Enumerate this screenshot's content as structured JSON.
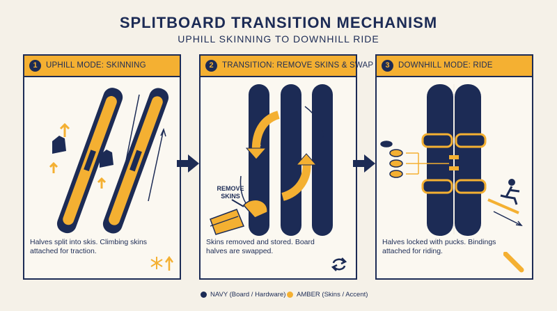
{
  "header": {
    "title": "SPLITBOARD TRANSITION MECHANISM",
    "subtitle": "UPHILL SKINNING TO DOWNHILL RIDE"
  },
  "colors": {
    "navy": "#1c2b55",
    "amber": "#f4b032",
    "background": "#f5f1e8"
  },
  "panels": [
    {
      "number": "1",
      "title": "UPHILL MODE: SKINNING",
      "description": "Halves split into skis. Climbing skins attached for traction.",
      "icons": [
        "snowflake-icon",
        "up-arrow-icon"
      ]
    },
    {
      "number": "2",
      "title": "TRANSITION: REMOVE SKINS & SWAP",
      "callout": "REMOVE SKINS",
      "description": "Skins removed and stored. Board halves are swapped.",
      "icons": [
        "swap-cycle-icon"
      ]
    },
    {
      "number": "3",
      "title": "DOWNHILL MODE: RIDE",
      "description": "Halves locked with pucks. Bindings attached for riding.",
      "icons": [
        "snowboard-icon"
      ]
    }
  ],
  "legend": [
    {
      "color": "#1c2b55",
      "label": "NAVY (Board / Hardware)"
    },
    {
      "color": "#f4b032",
      "label": "AMBER (Skins / Accent)"
    }
  ]
}
